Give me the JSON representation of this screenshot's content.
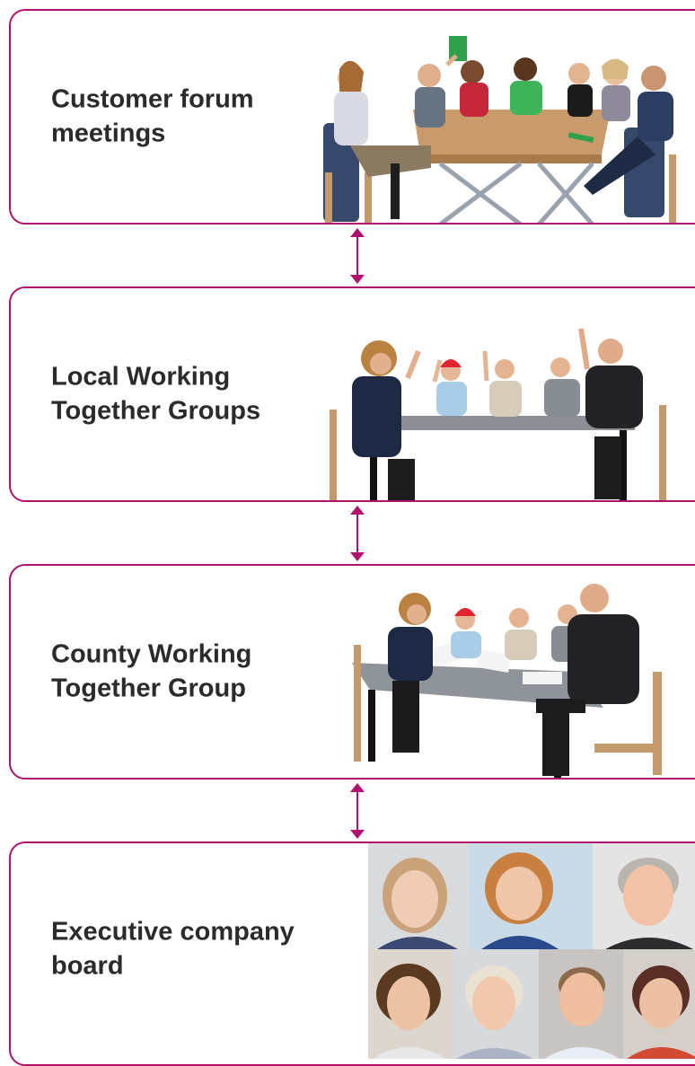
{
  "colors": {
    "accent": "#b0136f",
    "text": "#2b2b2b"
  },
  "boxes": [
    {
      "label": "Customer forum\nmeetings",
      "image": "people-at-meeting-table-voting-cards-image"
    },
    {
      "label": "Local Working\nTogether Groups",
      "image": "group-raising-hands-at-table-image"
    },
    {
      "label": "County Working\nTogether Group",
      "image": "group-reading-papers-at-table-image"
    },
    {
      "label": "Executive company\nboard",
      "image": "board-member-portraits-image"
    }
  ],
  "connectors": [
    {
      "type": "double-arrow"
    },
    {
      "type": "double-arrow"
    },
    {
      "type": "double-arrow"
    }
  ]
}
